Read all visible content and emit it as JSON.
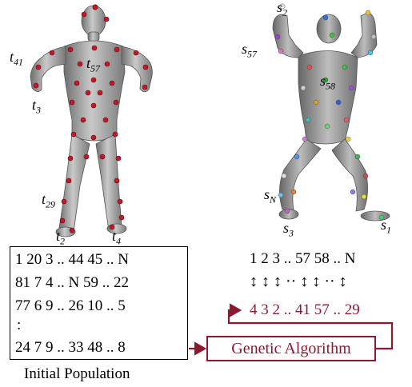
{
  "left_figure": {
    "labels": {
      "t41": {
        "letter": "t",
        "sub": "41"
      },
      "t57": {
        "letter": "t",
        "sub": "57"
      },
      "t3": {
        "letter": "t",
        "sub": "3"
      },
      "t29": {
        "letter": "t",
        "sub": "29"
      },
      "t2": {
        "letter": "t",
        "sub": "2"
      },
      "t4": {
        "letter": "t",
        "sub": "4"
      }
    }
  },
  "right_figure": {
    "labels": {
      "s2": {
        "letter": "s",
        "sub": "2"
      },
      "s57": {
        "letter": "s",
        "sub": "57"
      },
      "s58": {
        "letter": "s",
        "sub": "58"
      },
      "sN": {
        "letter": "s",
        "sub": "N"
      },
      "s3": {
        "letter": "s",
        "sub": "3"
      },
      "s1": {
        "letter": "s",
        "sub": "1"
      }
    }
  },
  "population": {
    "rows": [
      "1 20 3 .. 44 45 .. N",
      "81 7 4 .. N 59 .. 22",
      "77 6 9 .. 26 10 .. 5",
      ":",
      "24 7 9 .. 33 48 .. 8"
    ],
    "caption": "Initial Population"
  },
  "mapping": {
    "source_row": "1 2 3 .. 57 58 .. N",
    "arrows_row": "↕ ↕ ↕ ·· ↕   ↕ ·· ↕",
    "target_row": "4 3 2 .. 41 57 .. 29"
  },
  "ga": {
    "label": "Genetic Algorithm"
  },
  "colors": {
    "accent": "#8b1a2e",
    "mesh": "#9a9a9a",
    "marker_red": "#c0192a"
  }
}
